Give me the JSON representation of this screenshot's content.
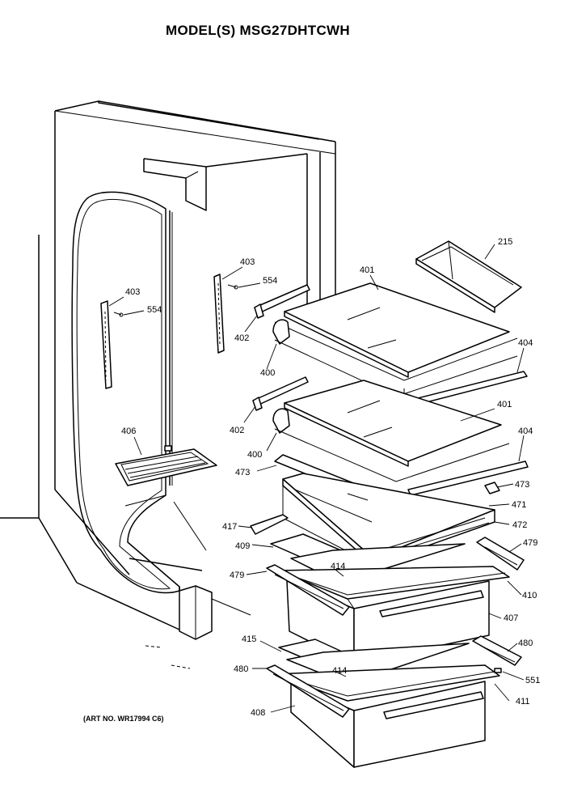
{
  "title": "MODEL(S) MSG27DHTCWH",
  "art_number": "(ART NO. WR17994 C6)",
  "callouts": {
    "c215": "215",
    "c401a": "401",
    "c401b": "401",
    "c403a": "403",
    "c554a": "554",
    "c403b": "403",
    "c554b": "554",
    "c402a": "402",
    "c402b": "402",
    "c404a": "404",
    "c404b": "404",
    "c400a": "400",
    "c400b": "400",
    "c406": "406",
    "c473a": "473",
    "c473b": "473",
    "c471": "471",
    "c417": "417",
    "c472": "472",
    "c409": "409",
    "c479a": "479",
    "c479b": "479",
    "c414a": "414",
    "c414b": "414",
    "c410": "410",
    "c407": "407",
    "c415": "415",
    "c480a": "480",
    "c480b": "480",
    "c551": "551",
    "c411": "411",
    "c408": "408"
  }
}
